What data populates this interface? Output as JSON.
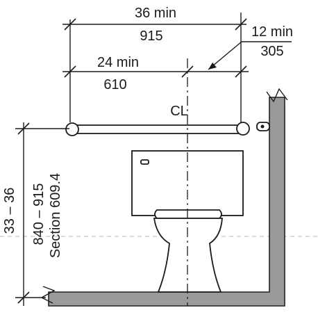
{
  "dimensions": {
    "overall_top": {
      "imperial": "36 min",
      "metric": "915"
    },
    "center_span": {
      "imperial": "24 min",
      "metric": "610"
    },
    "beyond_centerline": {
      "imperial": "12 min",
      "metric": "305"
    },
    "height": {
      "imperial": "33 – 36",
      "metric": "840 – 915",
      "reference": "Section 609.4"
    }
  },
  "centerline_symbol": "CL",
  "colors": {
    "line": "#1a1a1a",
    "wall_fill": "#9a9a9a",
    "background": "#ffffff"
  }
}
